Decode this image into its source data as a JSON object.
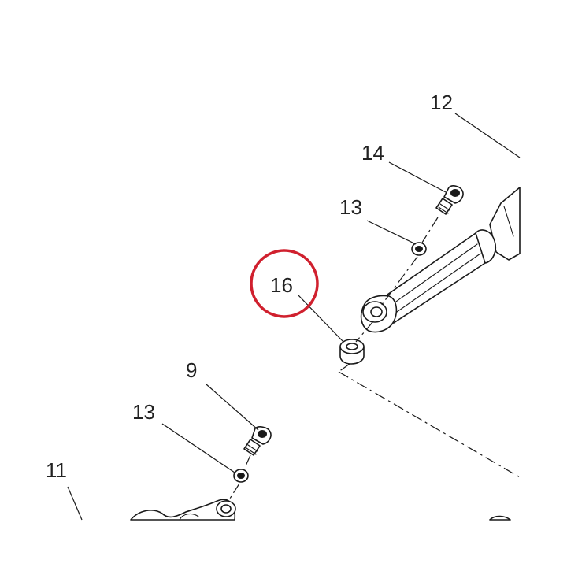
{
  "diagram": {
    "callouts": [
      {
        "id": "12",
        "label": "12"
      },
      {
        "id": "14",
        "label": "14"
      },
      {
        "id": "13a",
        "label": "13"
      },
      {
        "id": "16",
        "label": "16",
        "highlighted": true
      },
      {
        "id": "9",
        "label": "9"
      },
      {
        "id": "13b",
        "label": "13"
      },
      {
        "id": "11",
        "label": "11"
      }
    ],
    "highlight_color": "#d0202e",
    "line_color": "#1a1a1a",
    "background": "#ffffff"
  }
}
